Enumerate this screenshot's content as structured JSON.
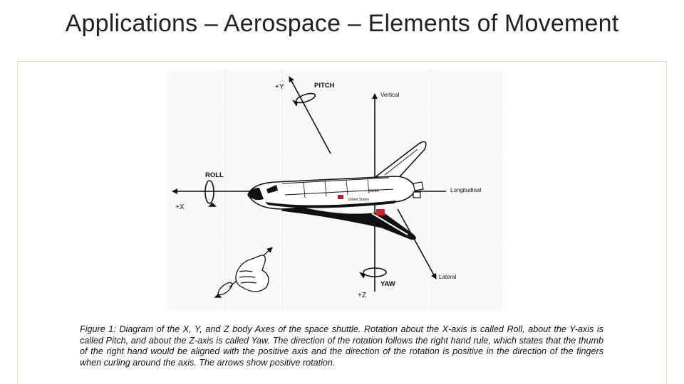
{
  "slide": {
    "title": "Applications – Aerospace – Elements of Movement"
  },
  "diagram": {
    "labels": {
      "plus_y": "+Y",
      "pitch": "PITCH",
      "vertical": "Vertical",
      "roll": "ROLL",
      "plus_x": "+X",
      "longitudinal": "Longitudinal",
      "lateral": "Lateral",
      "yaw": "YAW",
      "plus_z": "+Z"
    },
    "shuttle_markings": {
      "nasa": "NASA",
      "country": "United States"
    }
  },
  "caption": {
    "text": "Figure 1: Diagram of the X, Y, and Z body Axes of the space shuttle. Rotation about the X-axis is called Roll, about the Y-axis is called Pitch, and about the Z-axis is called Yaw. The direction of the rotation follows the right hand rule, which states that the thumb of the right hand would be aligned with the positive axis and the direction of the rotation is positive in the direction of the fingers when curling around the axis. The arrows show positive rotation."
  }
}
